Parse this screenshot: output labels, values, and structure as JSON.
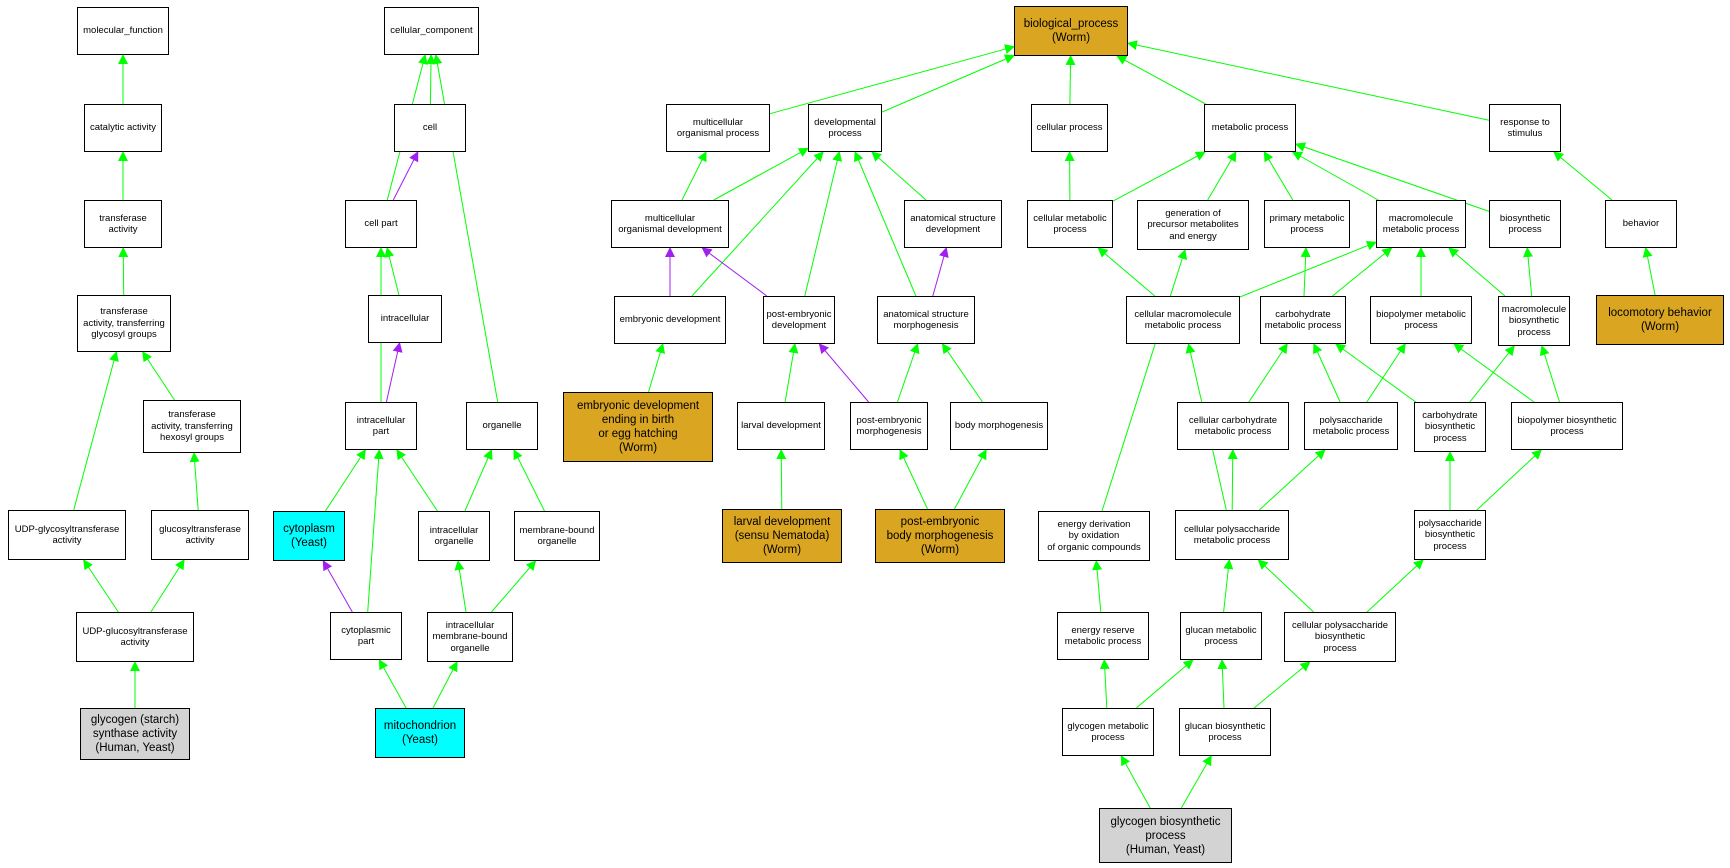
{
  "colors": {
    "default_fill": "#ffffff",
    "worm": "#daa520",
    "yeast": "#00ffff",
    "human_yeast": "#d3d3d3",
    "is_a_edge": "#00ff00",
    "part_of_edge": "#a020f0"
  },
  "nodes": [
    {
      "id": "molecular_function",
      "label": "molecular_function",
      "style": "default"
    },
    {
      "id": "catalytic_activity",
      "label": "catalytic activity",
      "style": "default"
    },
    {
      "id": "transferase_activity",
      "label": "transferase\nactivity",
      "style": "default"
    },
    {
      "id": "transferase_glycosyl",
      "label": "transferase\nactivity, transferring\nglycosyl groups",
      "style": "default"
    },
    {
      "id": "transferase_hexosyl",
      "label": "transferase\nactivity, transferring\nhexosyl groups",
      "style": "default"
    },
    {
      "id": "udp_glycosyl",
      "label": "UDP-glycosyltransferase\nactivity",
      "style": "default"
    },
    {
      "id": "glucosyltransferase",
      "label": "glucosyltransferase\nactivity",
      "style": "default"
    },
    {
      "id": "udp_glucosyl",
      "label": "UDP-glucosyltransferase\nactivity",
      "style": "default"
    },
    {
      "id": "glycogen_synthase",
      "label": "glycogen (starch)\nsynthase activity\n(Human, Yeast)",
      "style": "human_yeast"
    },
    {
      "id": "cellular_component",
      "label": "cellular_component",
      "style": "default"
    },
    {
      "id": "cell",
      "label": "cell",
      "style": "default"
    },
    {
      "id": "cell_part",
      "label": "cell part",
      "style": "default"
    },
    {
      "id": "intracellular",
      "label": "intracellular",
      "style": "default"
    },
    {
      "id": "intracellular_part",
      "label": "intracellular\npart",
      "style": "default"
    },
    {
      "id": "organelle",
      "label": "organelle",
      "style": "default"
    },
    {
      "id": "cytoplasm",
      "label": "cytoplasm\n(Yeast)",
      "style": "yeast"
    },
    {
      "id": "intracellular_organelle",
      "label": "intracellular\norganelle",
      "style": "default"
    },
    {
      "id": "membrane_bound_organelle",
      "label": "membrane-bound\norganelle",
      "style": "default"
    },
    {
      "id": "cytoplasmic_part",
      "label": "cytoplasmic\npart",
      "style": "default"
    },
    {
      "id": "intracellular_mb_organelle",
      "label": "intracellular\nmembrane-bound\norganelle",
      "style": "default"
    },
    {
      "id": "mitochondrion",
      "label": "mitochondrion\n(Yeast)",
      "style": "yeast"
    },
    {
      "id": "biological_process",
      "label": "biological_process\n(Worm)",
      "style": "worm"
    },
    {
      "id": "multicellular_organismal_process",
      "label": "multicellular\norganismal process",
      "style": "default"
    },
    {
      "id": "developmental_process",
      "label": "developmental\nprocess",
      "style": "default"
    },
    {
      "id": "cellular_process",
      "label": "cellular process",
      "style": "default"
    },
    {
      "id": "metabolic_process",
      "label": "metabolic process",
      "style": "default"
    },
    {
      "id": "response_to_stimulus",
      "label": "response to\nstimulus",
      "style": "default"
    },
    {
      "id": "multicellular_organismal_development",
      "label": "multicellular\norganismal development",
      "style": "default"
    },
    {
      "id": "anatomical_structure_development",
      "label": "anatomical structure\ndevelopment",
      "style": "default"
    },
    {
      "id": "cellular_metabolic_process",
      "label": "cellular metabolic\nprocess",
      "style": "default"
    },
    {
      "id": "generation_precursor",
      "label": "generation of\nprecursor metabolites\nand energy",
      "style": "default"
    },
    {
      "id": "primary_metabolic_process",
      "label": "primary metabolic\nprocess",
      "style": "default"
    },
    {
      "id": "macromolecule_metabolic_process",
      "label": "macromolecule\nmetabolic process",
      "style": "default"
    },
    {
      "id": "biosynthetic_process",
      "label": "biosynthetic\nprocess",
      "style": "default"
    },
    {
      "id": "behavior",
      "label": "behavior",
      "style": "default"
    },
    {
      "id": "embryonic_development",
      "label": "embryonic development",
      "style": "default"
    },
    {
      "id": "post_embryonic_development",
      "label": "post-embryonic\ndevelopment",
      "style": "default"
    },
    {
      "id": "anatomical_structure_morphogenesis",
      "label": "anatomical structure\nmorphogenesis",
      "style": "default"
    },
    {
      "id": "cellular_macromolecule_metabolic",
      "label": "cellular macromolecule\nmetabolic process",
      "style": "default"
    },
    {
      "id": "carbohydrate_metabolic",
      "label": "carbohydrate\nmetabolic process",
      "style": "default"
    },
    {
      "id": "biopolymer_metabolic",
      "label": "biopolymer metabolic\nprocess",
      "style": "default"
    },
    {
      "id": "macromolecule_biosynthetic",
      "label": "macromolecule\nbiosynthetic\nprocess",
      "style": "default"
    },
    {
      "id": "locomotory_behavior",
      "label": "locomotory behavior\n(Worm)",
      "style": "worm"
    },
    {
      "id": "embryonic_ending_birth",
      "label": "embryonic development\nending in birth\nor egg hatching\n(Worm)",
      "style": "worm"
    },
    {
      "id": "larval_development",
      "label": "larval development",
      "style": "default"
    },
    {
      "id": "post_embryonic_morphogenesis",
      "label": "post-embryonic\nmorphogenesis",
      "style": "default"
    },
    {
      "id": "body_morphogenesis",
      "label": "body morphogenesis",
      "style": "default"
    },
    {
      "id": "cellular_carbohydrate_metabolic",
      "label": "cellular carbohydrate\nmetabolic process",
      "style": "default"
    },
    {
      "id": "polysaccharide_metabolic",
      "label": "polysaccharide\nmetabolic process",
      "style": "default"
    },
    {
      "id": "carbohydrate_biosynthetic",
      "label": "carbohydrate\nbiosynthetic\nprocess",
      "style": "default"
    },
    {
      "id": "biopolymer_biosynthetic",
      "label": "biopolymer biosynthetic\nprocess",
      "style": "default"
    },
    {
      "id": "larval_development_nematoda",
      "label": "larval development\n(sensu Nematoda)\n(Worm)",
      "style": "worm"
    },
    {
      "id": "post_embryonic_body_morphogenesis",
      "label": "post-embryonic\nbody morphogenesis\n(Worm)",
      "style": "worm"
    },
    {
      "id": "energy_derivation",
      "label": "energy derivation\nby oxidation\nof organic compounds",
      "style": "default"
    },
    {
      "id": "cellular_polysaccharide_metabolic",
      "label": "cellular polysaccharide\nmetabolic process",
      "style": "default"
    },
    {
      "id": "polysaccharide_biosynthetic",
      "label": "polysaccharide\nbiosynthetic\nprocess",
      "style": "default"
    },
    {
      "id": "energy_reserve_metabolic",
      "label": "energy reserve\nmetabolic process",
      "style": "default"
    },
    {
      "id": "glucan_metabolic",
      "label": "glucan metabolic\nprocess",
      "style": "default"
    },
    {
      "id": "cellular_polysaccharide_biosynthetic",
      "label": "cellular polysaccharide\nbiosynthetic\nprocess",
      "style": "default"
    },
    {
      "id": "glycogen_metabolic",
      "label": "glycogen metabolic\nprocess",
      "style": "default"
    },
    {
      "id": "glucan_biosynthetic",
      "label": "glucan biosynthetic\nprocess",
      "style": "default"
    },
    {
      "id": "glycogen_biosynthetic",
      "label": "glycogen biosynthetic\nprocess\n(Human, Yeast)",
      "style": "human_yeast"
    }
  ],
  "edges": [
    {
      "from": "catalytic_activity",
      "to": "molecular_function",
      "type": "is_a"
    },
    {
      "from": "transferase_activity",
      "to": "catalytic_activity",
      "type": "is_a"
    },
    {
      "from": "transferase_glycosyl",
      "to": "transferase_activity",
      "type": "is_a"
    },
    {
      "from": "transferase_hexosyl",
      "to": "transferase_glycosyl",
      "type": "is_a"
    },
    {
      "from": "udp_glycosyl",
      "to": "transferase_glycosyl",
      "type": "is_a"
    },
    {
      "from": "glucosyltransferase",
      "to": "transferase_hexosyl",
      "type": "is_a"
    },
    {
      "from": "udp_glucosyl",
      "to": "udp_glycosyl",
      "type": "is_a"
    },
    {
      "from": "udp_glucosyl",
      "to": "glucosyltransferase",
      "type": "is_a"
    },
    {
      "from": "glycogen_synthase",
      "to": "udp_glucosyl",
      "type": "is_a"
    },
    {
      "from": "cell",
      "to": "cellular_component",
      "type": "is_a"
    },
    {
      "from": "cell_part",
      "to": "cellular_component",
      "type": "is_a"
    },
    {
      "from": "cell_part",
      "to": "cell",
      "type": "part_of"
    },
    {
      "from": "intracellular",
      "to": "cell_part",
      "type": "is_a"
    },
    {
      "from": "intracellular_part",
      "to": "cell_part",
      "type": "is_a"
    },
    {
      "from": "intracellular_part",
      "to": "intracellular",
      "type": "part_of"
    },
    {
      "from": "organelle",
      "to": "cellular_component",
      "type": "is_a"
    },
    {
      "from": "cytoplasm",
      "to": "intracellular_part",
      "type": "is_a"
    },
    {
      "from": "intracellular_organelle",
      "to": "intracellular_part",
      "type": "is_a"
    },
    {
      "from": "intracellular_organelle",
      "to": "organelle",
      "type": "is_a"
    },
    {
      "from": "membrane_bound_organelle",
      "to": "organelle",
      "type": "is_a"
    },
    {
      "from": "cytoplasmic_part",
      "to": "intracellular_part",
      "type": "is_a"
    },
    {
      "from": "cytoplasmic_part",
      "to": "cytoplasm",
      "type": "part_of"
    },
    {
      "from": "intracellular_mb_organelle",
      "to": "intracellular_organelle",
      "type": "is_a"
    },
    {
      "from": "intracellular_mb_organelle",
      "to": "membrane_bound_organelle",
      "type": "is_a"
    },
    {
      "from": "mitochondrion",
      "to": "cytoplasmic_part",
      "type": "is_a"
    },
    {
      "from": "mitochondrion",
      "to": "intracellular_mb_organelle",
      "type": "is_a"
    },
    {
      "from": "multicellular_organismal_process",
      "to": "biological_process",
      "type": "is_a"
    },
    {
      "from": "developmental_process",
      "to": "biological_process",
      "type": "is_a"
    },
    {
      "from": "cellular_process",
      "to": "biological_process",
      "type": "is_a"
    },
    {
      "from": "metabolic_process",
      "to": "biological_process",
      "type": "is_a"
    },
    {
      "from": "response_to_stimulus",
      "to": "biological_process",
      "type": "is_a"
    },
    {
      "from": "multicellular_organismal_development",
      "to": "multicellular_organismal_process",
      "type": "is_a"
    },
    {
      "from": "multicellular_organismal_development",
      "to": "developmental_process",
      "type": "is_a"
    },
    {
      "from": "anatomical_structure_development",
      "to": "developmental_process",
      "type": "is_a"
    },
    {
      "from": "cellular_metabolic_process",
      "to": "cellular_process",
      "type": "is_a"
    },
    {
      "from": "cellular_metabolic_process",
      "to": "metabolic_process",
      "type": "is_a"
    },
    {
      "from": "generation_precursor",
      "to": "metabolic_process",
      "type": "is_a"
    },
    {
      "from": "primary_metabolic_process",
      "to": "metabolic_process",
      "type": "is_a"
    },
    {
      "from": "macromolecule_metabolic_process",
      "to": "metabolic_process",
      "type": "is_a"
    },
    {
      "from": "biosynthetic_process",
      "to": "metabolic_process",
      "type": "is_a"
    },
    {
      "from": "behavior",
      "to": "response_to_stimulus",
      "type": "is_a"
    },
    {
      "from": "embryonic_development",
      "to": "developmental_process",
      "type": "is_a"
    },
    {
      "from": "embryonic_development",
      "to": "multicellular_organismal_development",
      "type": "part_of"
    },
    {
      "from": "post_embryonic_development",
      "to": "developmental_process",
      "type": "is_a"
    },
    {
      "from": "post_embryonic_development",
      "to": "multicellular_organismal_development",
      "type": "part_of"
    },
    {
      "from": "anatomical_structure_morphogenesis",
      "to": "developmental_process",
      "type": "is_a"
    },
    {
      "from": "anatomical_structure_morphogenesis",
      "to": "anatomical_structure_development",
      "type": "part_of"
    },
    {
      "from": "cellular_macromolecule_metabolic",
      "to": "cellular_metabolic_process",
      "type": "is_a"
    },
    {
      "from": "cellular_macromolecule_metabolic",
      "to": "macromolecule_metabolic_process",
      "type": "is_a"
    },
    {
      "from": "carbohydrate_metabolic",
      "to": "primary_metabolic_process",
      "type": "is_a"
    },
    {
      "from": "carbohydrate_metabolic",
      "to": "macromolecule_metabolic_process",
      "type": "is_a"
    },
    {
      "from": "biopolymer_metabolic",
      "to": "macromolecule_metabolic_process",
      "type": "is_a"
    },
    {
      "from": "macromolecule_biosynthetic",
      "to": "macromolecule_metabolic_process",
      "type": "is_a"
    },
    {
      "from": "macromolecule_biosynthetic",
      "to": "biosynthetic_process",
      "type": "is_a"
    },
    {
      "from": "locomotory_behavior",
      "to": "behavior",
      "type": "is_a"
    },
    {
      "from": "embryonic_ending_birth",
      "to": "embryonic_development",
      "type": "is_a"
    },
    {
      "from": "larval_development",
      "to": "post_embryonic_development",
      "type": "is_a"
    },
    {
      "from": "post_embryonic_morphogenesis",
      "to": "anatomical_structure_morphogenesis",
      "type": "is_a"
    },
    {
      "from": "post_embryonic_morphogenesis",
      "to": "post_embryonic_development",
      "type": "part_of"
    },
    {
      "from": "body_morphogenesis",
      "to": "anatomical_structure_morphogenesis",
      "type": "is_a"
    },
    {
      "from": "cellular_carbohydrate_metabolic",
      "to": "carbohydrate_metabolic",
      "type": "is_a"
    },
    {
      "from": "polysaccharide_metabolic",
      "to": "carbohydrate_metabolic",
      "type": "is_a"
    },
    {
      "from": "polysaccharide_metabolic",
      "to": "biopolymer_metabolic",
      "type": "is_a"
    },
    {
      "from": "carbohydrate_biosynthetic",
      "to": "carbohydrate_metabolic",
      "type": "is_a"
    },
    {
      "from": "carbohydrate_biosynthetic",
      "to": "macromolecule_biosynthetic",
      "type": "is_a"
    },
    {
      "from": "biopolymer_biosynthetic",
      "to": "biopolymer_metabolic",
      "type": "is_a"
    },
    {
      "from": "biopolymer_biosynthetic",
      "to": "macromolecule_biosynthetic",
      "type": "is_a"
    },
    {
      "from": "larval_development_nematoda",
      "to": "larval_development",
      "type": "is_a"
    },
    {
      "from": "post_embryonic_body_morphogenesis",
      "to": "post_embryonic_morphogenesis",
      "type": "is_a"
    },
    {
      "from": "post_embryonic_body_morphogenesis",
      "to": "body_morphogenesis",
      "type": "is_a"
    },
    {
      "from": "energy_derivation",
      "to": "generation_precursor",
      "type": "is_a"
    },
    {
      "from": "cellular_polysaccharide_metabolic",
      "to": "cellular_macromolecule_metabolic",
      "type": "is_a"
    },
    {
      "from": "cellular_polysaccharide_metabolic",
      "to": "cellular_carbohydrate_metabolic",
      "type": "is_a"
    },
    {
      "from": "cellular_polysaccharide_metabolic",
      "to": "polysaccharide_metabolic",
      "type": "is_a"
    },
    {
      "from": "polysaccharide_biosynthetic",
      "to": "carbohydrate_biosynthetic",
      "type": "is_a"
    },
    {
      "from": "polysaccharide_biosynthetic",
      "to": "biopolymer_biosynthetic",
      "type": "is_a"
    },
    {
      "from": "energy_reserve_metabolic",
      "to": "energy_derivation",
      "type": "is_a"
    },
    {
      "from": "glucan_metabolic",
      "to": "cellular_polysaccharide_metabolic",
      "type": "is_a"
    },
    {
      "from": "cellular_polysaccharide_biosynthetic",
      "to": "cellular_polysaccharide_metabolic",
      "type": "is_a"
    },
    {
      "from": "cellular_polysaccharide_biosynthetic",
      "to": "polysaccharide_biosynthetic",
      "type": "is_a"
    },
    {
      "from": "glycogen_metabolic",
      "to": "energy_reserve_metabolic",
      "type": "is_a"
    },
    {
      "from": "glycogen_metabolic",
      "to": "glucan_metabolic",
      "type": "is_a"
    },
    {
      "from": "glucan_biosynthetic",
      "to": "glucan_metabolic",
      "type": "is_a"
    },
    {
      "from": "glucan_biosynthetic",
      "to": "cellular_polysaccharide_biosynthetic",
      "type": "is_a"
    },
    {
      "from": "glycogen_biosynthetic",
      "to": "glycogen_metabolic",
      "type": "is_a"
    },
    {
      "from": "glycogen_biosynthetic",
      "to": "glucan_biosynthetic",
      "type": "is_a"
    }
  ]
}
